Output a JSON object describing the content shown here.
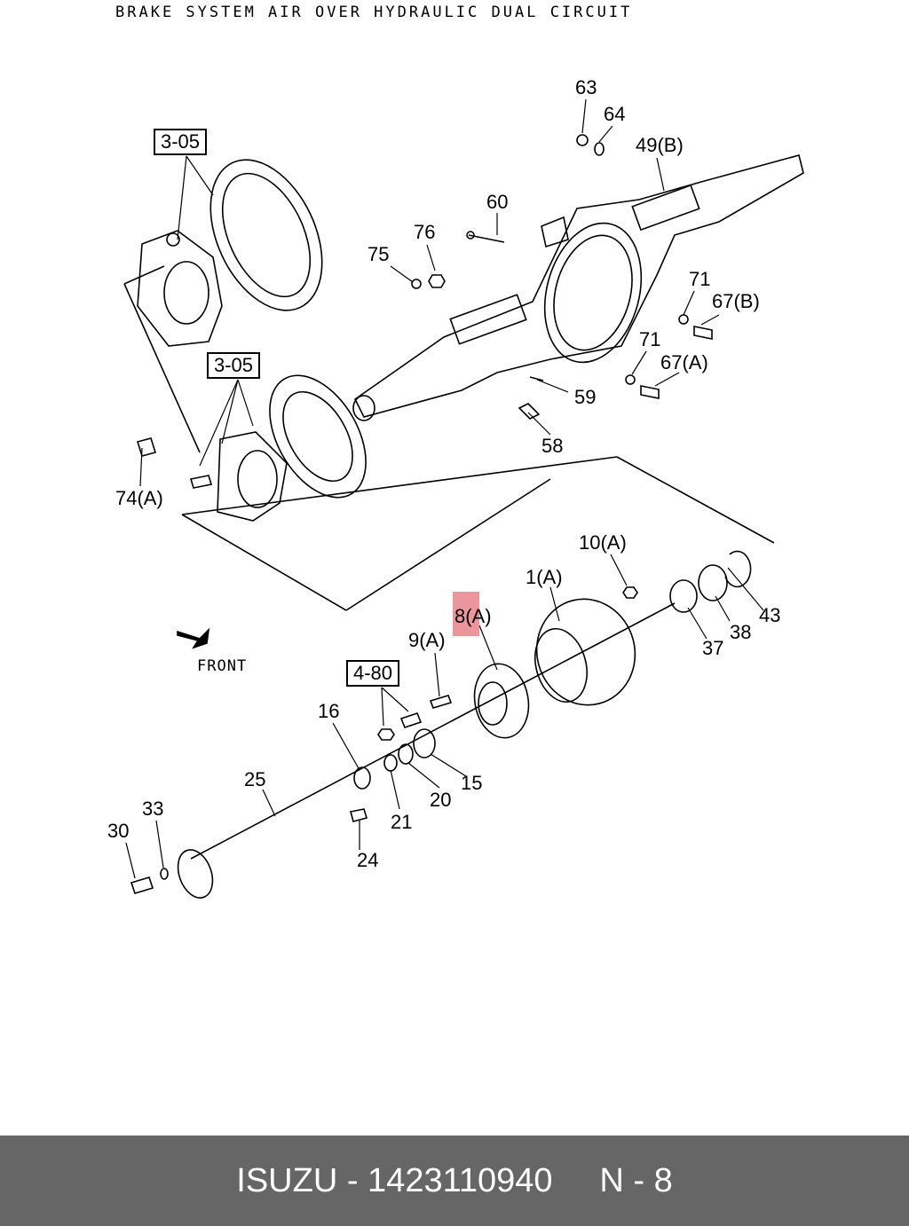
{
  "title": "BRAKE SYSTEM AIR OVER HYDRAULIC DUAL CIRCUIT",
  "front_label": "FRONT",
  "refs": {
    "r1": "3-05",
    "r2": "3-05",
    "r3": "4-80"
  },
  "labels": {
    "p63": "63",
    "p64": "64",
    "p49b": "49(B)",
    "p60": "60",
    "p76": "76",
    "p75": "75",
    "p71a": "71",
    "p67b": "67(B)",
    "p71b": "71",
    "p67a": "67(A)",
    "p59": "59",
    "p58": "58",
    "p74a": "74(A)",
    "p10a": "10(A)",
    "p1a": "1(A)",
    "p8a": "8(A)",
    "p9a": "9(A)",
    "p43": "43",
    "p38": "38",
    "p37": "37",
    "p16": "16",
    "p15": "15",
    "p20": "20",
    "p21": "21",
    "p25": "25",
    "p33": "33",
    "p30": "30",
    "p24": "24"
  },
  "footer": {
    "brand": "ISUZU",
    "part_number": "1423110940",
    "page": "N - 8"
  },
  "highlight": {
    "target": "8(A)",
    "color": "#e8848a"
  }
}
